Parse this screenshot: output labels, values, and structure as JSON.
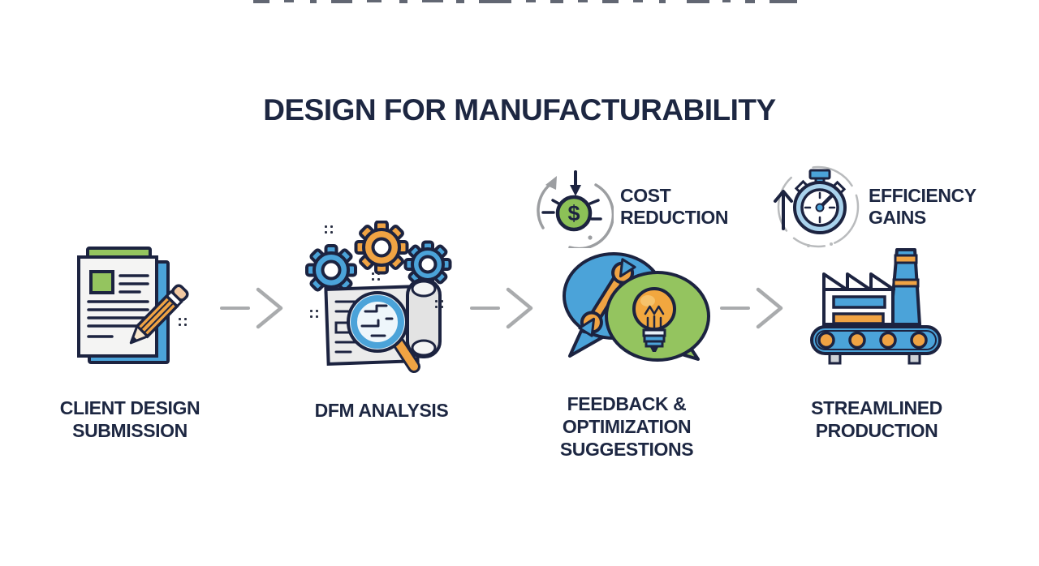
{
  "title": "DESIGN FOR MANUFACTURABILITY",
  "steps": [
    {
      "id": "client-design-submission",
      "icon": "document-pencil-icon",
      "lines": [
        "CLIENT DESIGN",
        "SUBMISSION"
      ]
    },
    {
      "id": "dfm-analysis",
      "icon": "gears-blueprint-magnifier-icon",
      "lines": [
        "DFM ANALYSIS"
      ]
    },
    {
      "id": "feedback-optimization-suggestions",
      "icon": "speech-bubbles-wrench-lightbulb-icon",
      "lines": [
        "FEEDBACK &",
        "OPTIMIZATION",
        "SUGGESTIONS"
      ]
    },
    {
      "id": "streamlined-production",
      "icon": "factory-conveyor-icon",
      "lines": [
        "STREAMLINED",
        "PRODUCTION"
      ]
    }
  ],
  "callouts": [
    {
      "id": "cost-reduction",
      "icon": "dollar-decrease-cycle-icon",
      "icon_glyph": "$",
      "lines": [
        "COST",
        "REDUCTION"
      ]
    },
    {
      "id": "efficiency-gains",
      "icon": "stopwatch-up-arrow-icon",
      "lines": [
        "EFFICIENCY",
        "GAINS"
      ]
    }
  ],
  "colors": {
    "navy_text": "#1d2742",
    "outline": "#1c2340",
    "blue": "#4ba3d9",
    "green": "#94c45f",
    "orange": "#f0a343",
    "arrow_gray": "#a9abad",
    "paper": "#f4f4f3"
  }
}
